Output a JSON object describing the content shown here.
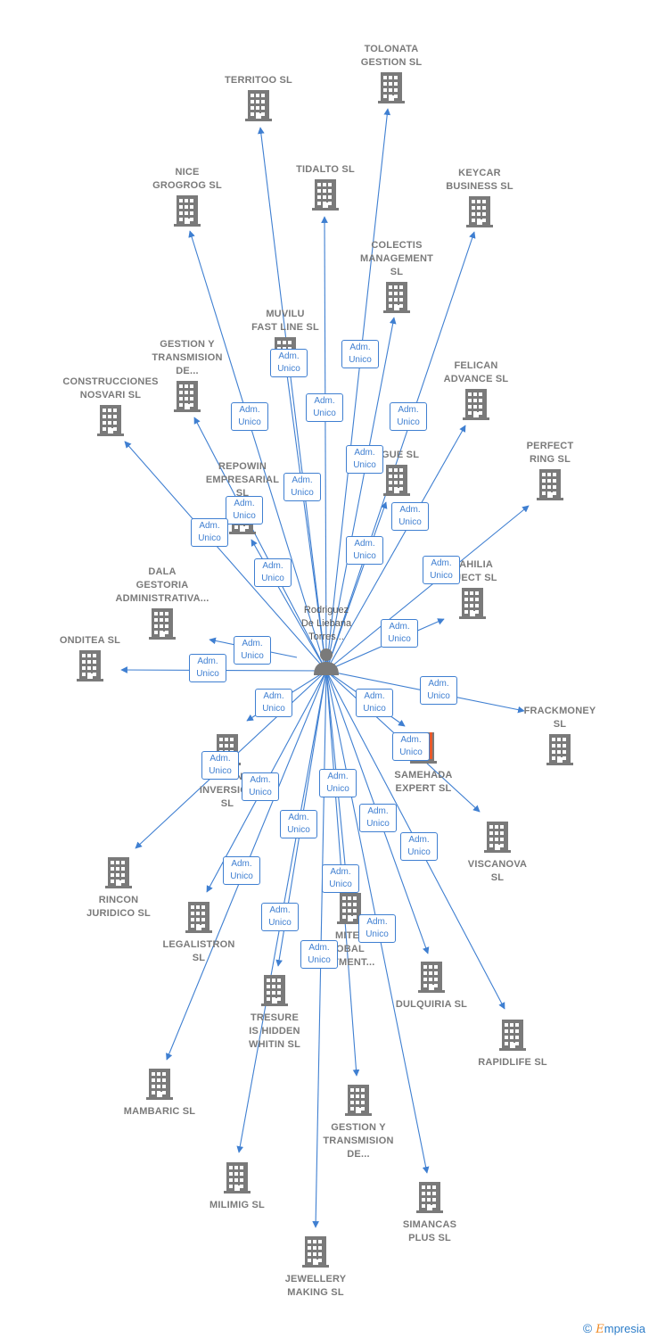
{
  "person": {
    "name": "Rodriguez\nDe Liebana\nTorres..."
  },
  "relation_label": "Adm.\nUnico",
  "colors": {
    "edge": "#3f7fd1",
    "icon": "#7a7a7a",
    "highlight": "#e8592c"
  },
  "companies": [
    {
      "id": "tolonata",
      "label": "TOLONATA\nGESTION SL"
    },
    {
      "id": "territoo",
      "label": "TERRITOO SL"
    },
    {
      "id": "tidalto",
      "label": "TIDALTO SL"
    },
    {
      "id": "nice",
      "label": "NICE\nGROGROG SL"
    },
    {
      "id": "keycar",
      "label": "KEYCAR\nBUSINESS SL"
    },
    {
      "id": "colectis",
      "label": "COLECTIS\nMANAGEMENT\nSL"
    },
    {
      "id": "muvilu",
      "label": "MUVILU\nFAST LINE SL"
    },
    {
      "id": "gestion1",
      "label": "GESTION Y\nTRANSMISION\nDE..."
    },
    {
      "id": "construcciones",
      "label": "CONSTRUCCIONES\nNOSVARI SL"
    },
    {
      "id": "felican",
      "label": "FELICAN\nADVANCE SL"
    },
    {
      "id": "ague",
      "label": "AGUE SL"
    },
    {
      "id": "repowin",
      "label": "REPOWIN\nEMPRESARIAL\nSL"
    },
    {
      "id": "perfect",
      "label": "PERFECT\nRING SL"
    },
    {
      "id": "bahilia",
      "label": "BAHILIA\nOJECT SL"
    },
    {
      "id": "dala",
      "label": "DALA\nGESTORIA\nADMINISTRATIVA..."
    },
    {
      "id": "onditea",
      "label": "ONDITEA SL"
    },
    {
      "id": "frackmoney",
      "label": "FRACKMONEY\nSL"
    },
    {
      "id": "samehada",
      "label": "SAMEHADA\nEXPERT SL"
    },
    {
      "id": "pu",
      "label": "PU AN\nINVERSION\nSL"
    },
    {
      "id": "viscanova",
      "label": "VISCANOVA\nSL"
    },
    {
      "id": "rincon",
      "label": "RINCON\nJURIDICO SL"
    },
    {
      "id": "legalistron",
      "label": "LEGALISTRON\nSL"
    },
    {
      "id": "mitel",
      "label": "MITEL\nOBAL\nSTMENT..."
    },
    {
      "id": "dulquiria",
      "label": "DULQUIRIA SL"
    },
    {
      "id": "rapidlife",
      "label": "RAPIDLIFE SL"
    },
    {
      "id": "tresure",
      "label": "TRESURE\nIS HIDDEN\nWHITIN SL"
    },
    {
      "id": "mambaric",
      "label": "MAMBARIC SL"
    },
    {
      "id": "gestion2",
      "label": "GESTION Y\nTRANSMISION\nDE..."
    },
    {
      "id": "milimig",
      "label": "MILIMIG SL"
    },
    {
      "id": "simancas",
      "label": "SIMANCAS\nPLUS SL"
    },
    {
      "id": "jewellery",
      "label": "JEWELLERY\nMAKING SL"
    }
  ],
  "footer": {
    "copyright": "©",
    "brand": "mpresia",
    "brand_initial": "E"
  }
}
